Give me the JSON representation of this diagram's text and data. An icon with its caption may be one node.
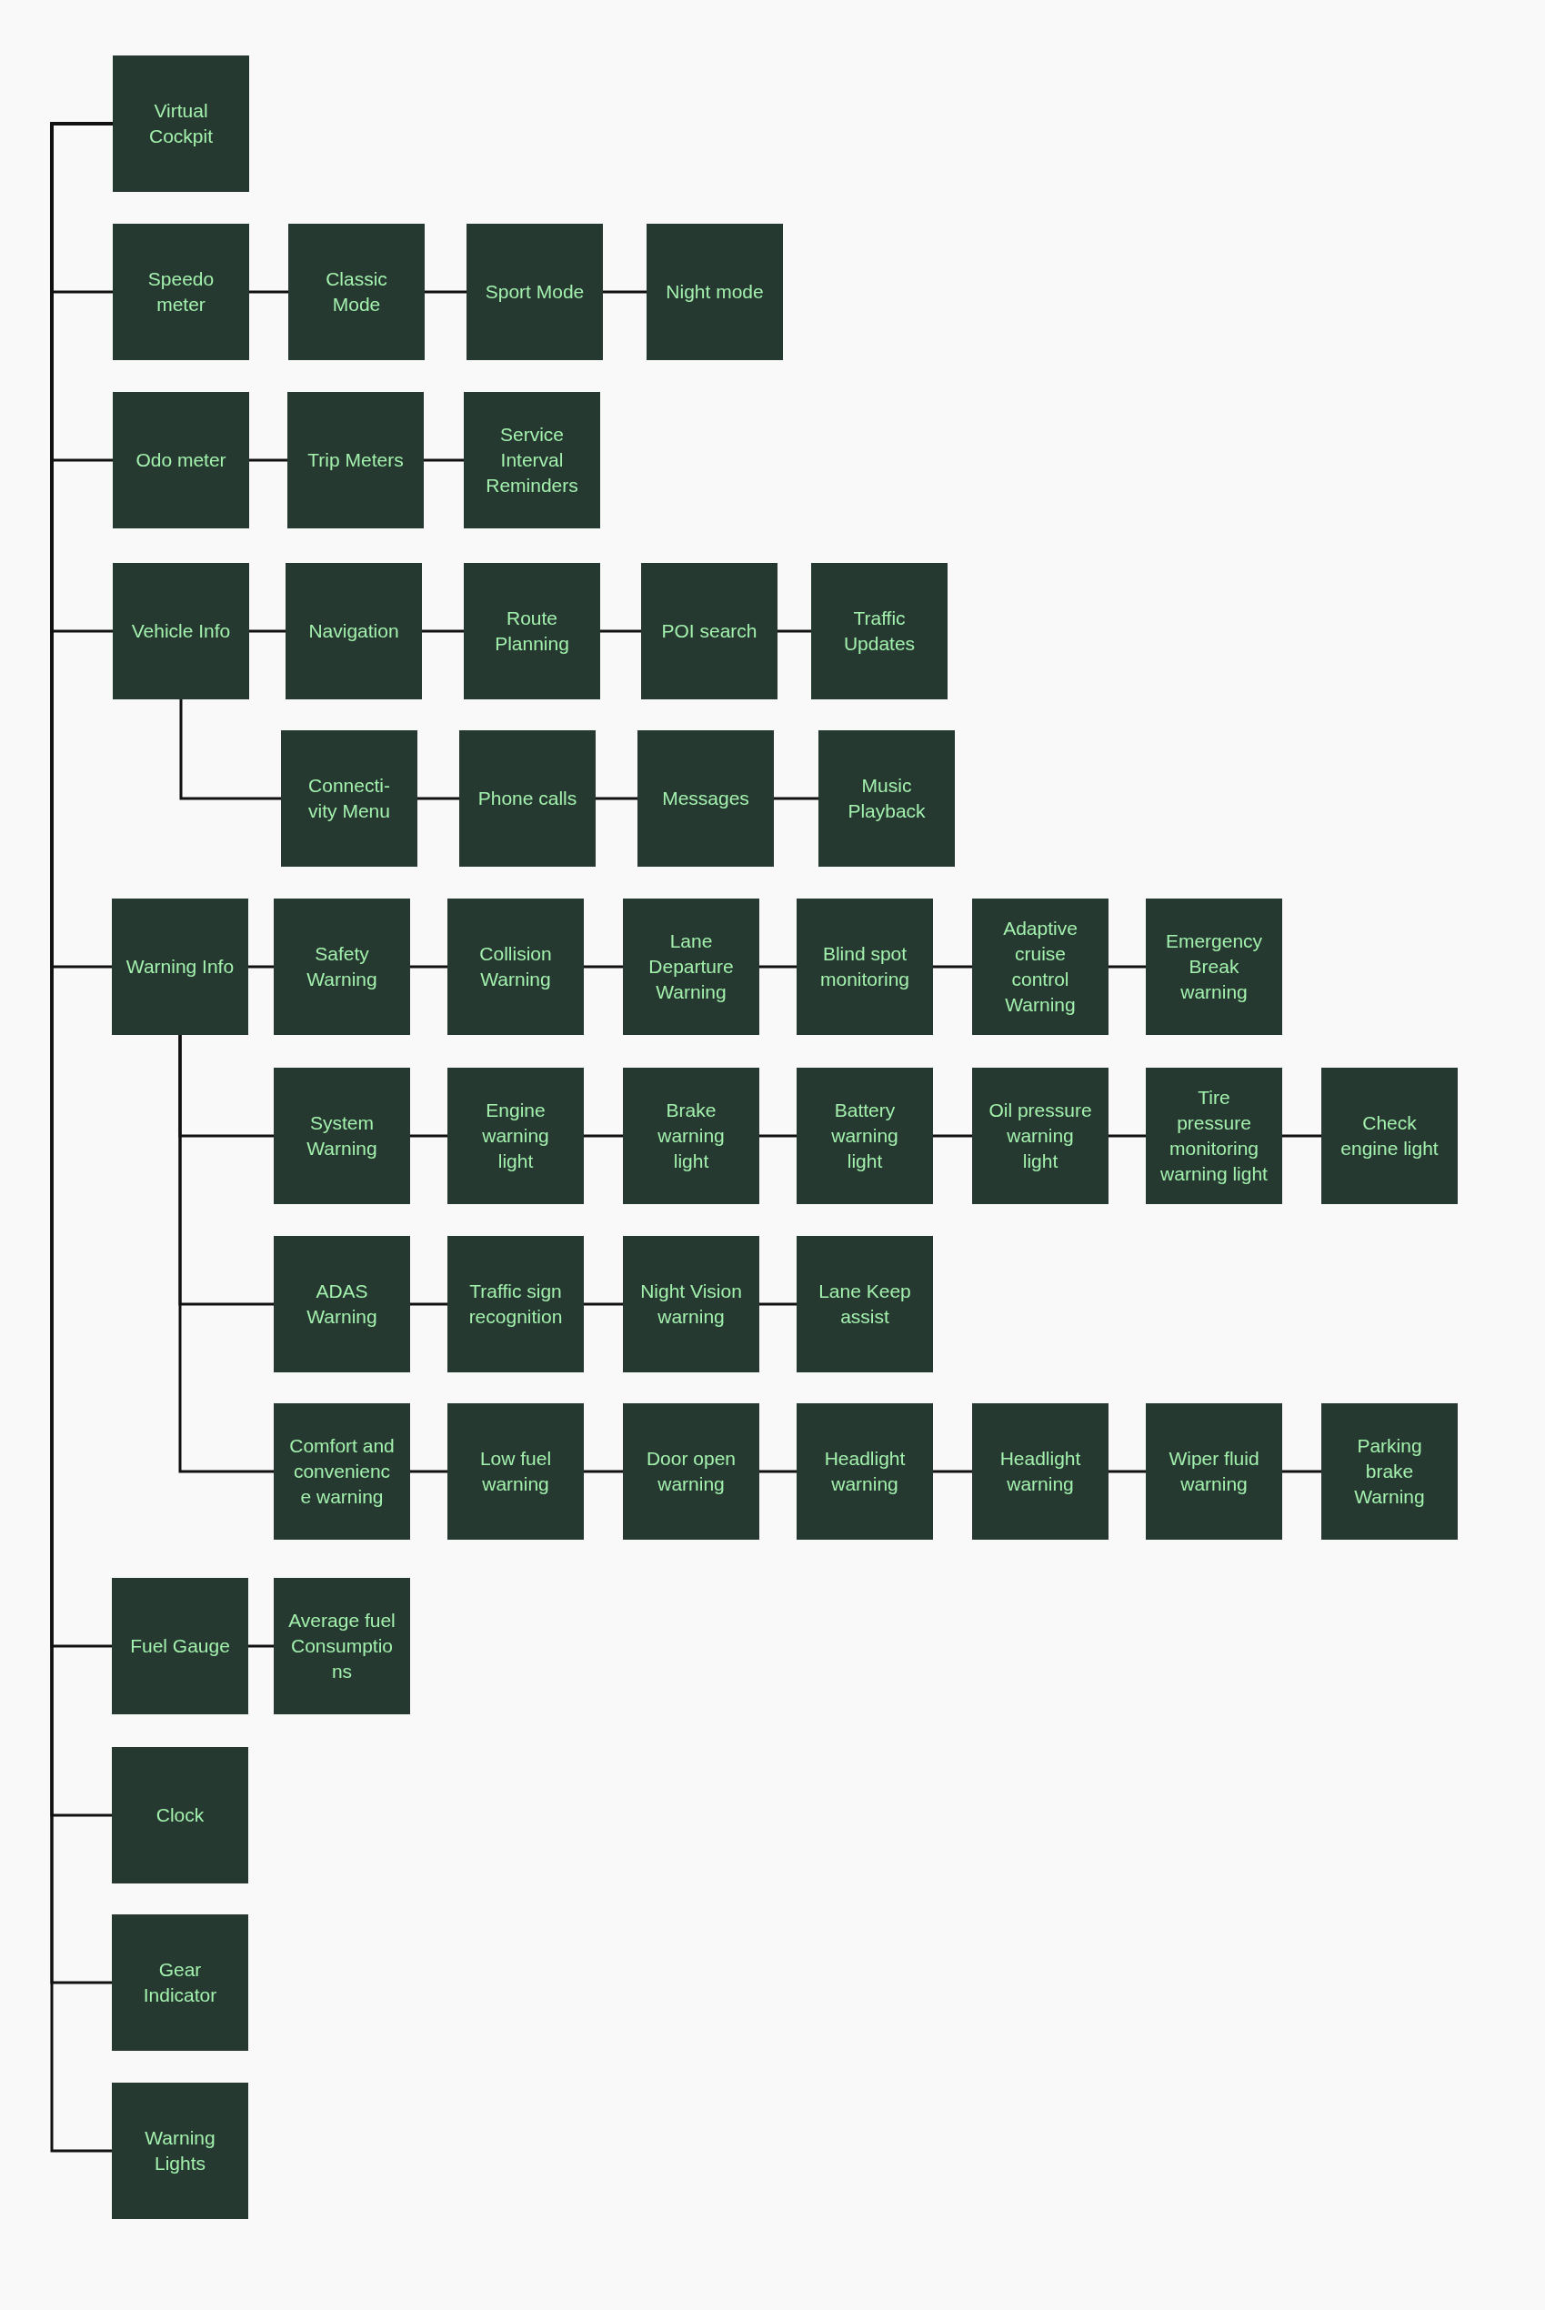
{
  "diagram": {
    "nodes": [
      {
        "text": [
          "Virtual Cockpit"
        ]
      },
      {
        "text": [
          "Speedo meter"
        ]
      },
      {
        "text": [
          "Classic Mode"
        ]
      },
      {
        "text": [
          "Sport Mode"
        ]
      },
      {
        "text": [
          "Night mode"
        ]
      },
      {
        "text": [
          "Odo meter"
        ]
      },
      {
        "text": [
          "Trip Meters"
        ]
      },
      {
        "text": [
          "Service Interval Reminders"
        ]
      },
      {
        "text": [
          "Vehicle Info"
        ]
      },
      {
        "text": [
          "Navigation"
        ]
      },
      {
        "text": [
          "Route Planning"
        ]
      },
      {
        "text": [
          "POI search"
        ]
      },
      {
        "text": [
          "Traffic Updates"
        ]
      },
      {
        "text": [
          "Connecti- vity Menu"
        ]
      },
      {
        "text": [
          "Phone calls"
        ]
      },
      {
        "text": [
          "Messages"
        ]
      },
      {
        "text": [
          "Music Playback"
        ]
      },
      {
        "text": [
          "Warning Info"
        ]
      },
      {
        "text": [
          "Safety Warning"
        ]
      },
      {
        "text": [
          "Collision Warning"
        ]
      },
      {
        "text": [
          "Lane Departure Warning"
        ]
      },
      {
        "text": [
          "Blind spot monitoring"
        ]
      },
      {
        "text": [
          "Adaptive cruise control Warning"
        ]
      },
      {
        "text": [
          "Emergency Break warning"
        ]
      },
      {
        "text": [
          "System Warning"
        ]
      },
      {
        "text": [
          "Engine warning light"
        ]
      },
      {
        "text": [
          "Brake warning light"
        ]
      },
      {
        "text": [
          "Battery warning light"
        ]
      },
      {
        "text": [
          "Oil pressure warning light"
        ]
      },
      {
        "text": [
          "Tire pressure monitoring warning light"
        ]
      },
      {
        "text": [
          "Check engine light"
        ]
      },
      {
        "text": [
          "ADAS Warning"
        ]
      },
      {
        "text": [
          "Traffic sign recognition"
        ]
      },
      {
        "text": [
          "Night Vision warning"
        ]
      },
      {
        "text": [
          "Lane Keep assist"
        ]
      },
      {
        "text": [
          "Comfort and convenienc e warning"
        ]
      },
      {
        "text": [
          "Low fuel warning"
        ]
      },
      {
        "text": [
          "Door open warning"
        ]
      },
      {
        "text": [
          "Headlight warning"
        ]
      },
      {
        "text": [
          "Headlight warning"
        ]
      },
      {
        "text": [
          "Wiper fluid warning"
        ]
      },
      {
        "text": [
          "Parking brake Warning"
        ]
      },
      {
        "text": [
          "Fuel Gauge"
        ]
      },
      {
        "text": [
          "Average fuel Consumptio ns"
        ]
      },
      {
        "text": [
          "Clock"
        ]
      },
      {
        "text": [
          "Gear Indicator"
        ]
      },
      {
        "text": [
          "Warning Lights"
        ]
      }
    ],
    "edges": [
      {
        "from": 0,
        "to": 1,
        "arrow": "none"
      },
      {
        "from": 1,
        "to": 2,
        "arrow": "none"
      },
      {
        "from": 2,
        "to": 3,
        "arrow": "none"
      },
      {
        "from": 3,
        "to": 4,
        "arrow": "none"
      },
      {
        "from": 0,
        "to": 5,
        "arrow": "none"
      },
      {
        "from": 5,
        "to": 6,
        "arrow": "none"
      },
      {
        "from": 6,
        "to": 7,
        "arrow": "none"
      },
      {
        "from": 0,
        "to": 8,
        "arrow": "none"
      },
      {
        "from": 8,
        "to": 9,
        "arrow": "none"
      },
      {
        "from": 9,
        "to": 10,
        "arrow": "none"
      },
      {
        "from": 10,
        "to": 11,
        "arrow": "none"
      },
      {
        "from": 11,
        "to": 12,
        "arrow": "none"
      },
      {
        "from": 8,
        "to": 13,
        "arrow": "none"
      },
      {
        "from": 13,
        "to": 14,
        "arrow": "none"
      },
      {
        "from": 14,
        "to": 15,
        "arrow": "none"
      },
      {
        "from": 15,
        "to": 16,
        "arrow": "none"
      },
      {
        "from": 0,
        "to": 17,
        "arrow": "none"
      },
      {
        "from": 17,
        "to": 18,
        "arrow": "none"
      },
      {
        "from": 18,
        "to": 19,
        "arrow": "none"
      },
      {
        "from": 19,
        "to": 20,
        "arrow": "none"
      },
      {
        "from": 20,
        "to": 21,
        "arrow": "none"
      },
      {
        "from": 21,
        "to": 22,
        "arrow": "none"
      },
      {
        "from": 22,
        "to": 23,
        "arrow": "none"
      },
      {
        "from": 17,
        "to": 24,
        "arrow": "none"
      },
      {
        "from": 24,
        "to": 25,
        "arrow": "none"
      },
      {
        "from": 25,
        "to": 26,
        "arrow": "none"
      },
      {
        "from": 26,
        "to": 27,
        "arrow": "none"
      },
      {
        "from": 27,
        "to": 28,
        "arrow": "none"
      },
      {
        "from": 28,
        "to": 29,
        "arrow": "none"
      },
      {
        "from": 29,
        "to": 30,
        "arrow": "none"
      },
      {
        "from": 17,
        "to": 31,
        "arrow": "none"
      },
      {
        "from": 31,
        "to": 32,
        "arrow": "none"
      },
      {
        "from": 32,
        "to": 33,
        "arrow": "none"
      },
      {
        "from": 33,
        "to": 34,
        "arrow": "none"
      },
      {
        "from": 17,
        "to": 35,
        "arrow": "none"
      },
      {
        "from": 35,
        "to": 36,
        "arrow": "none"
      },
      {
        "from": 36,
        "to": 37,
        "arrow": "none"
      },
      {
        "from": 37,
        "to": 38,
        "arrow": "none"
      },
      {
        "from": 38,
        "to": 39,
        "arrow": "none"
      },
      {
        "from": 39,
        "to": 40,
        "arrow": "none"
      },
      {
        "from": 40,
        "to": 41,
        "arrow": "none"
      },
      {
        "from": 0,
        "to": 42,
        "arrow": "none"
      },
      {
        "from": 42,
        "to": 43,
        "arrow": "none"
      },
      {
        "from": 0,
        "to": 44,
        "arrow": "none"
      },
      {
        "from": 0,
        "to": 45,
        "arrow": "none"
      },
      {
        "from": 0,
        "to": 46,
        "arrow": "none"
      }
    ]
  }
}
